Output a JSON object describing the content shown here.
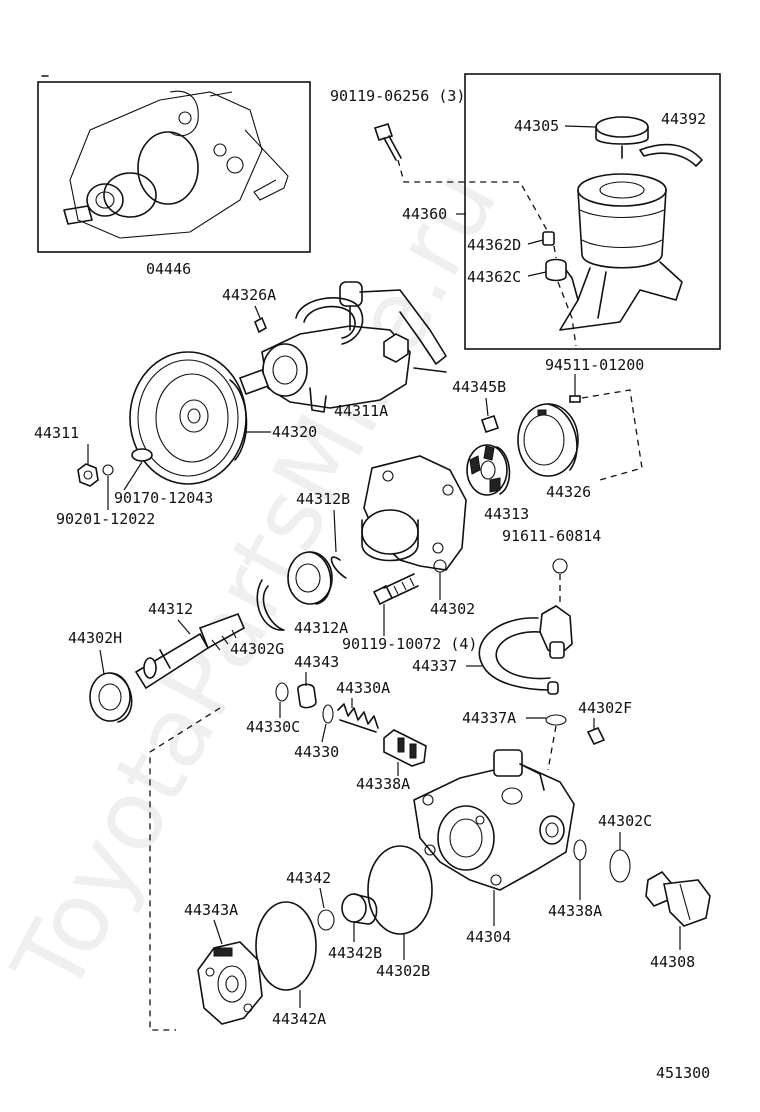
{
  "watermark": "ToyotaPartsMine.ru",
  "figure_number": "451300",
  "parts": [
    {
      "id": "p04446",
      "text": "04446"
    },
    {
      "id": "p90119a",
      "text": "90119-06256 (3)"
    },
    {
      "id": "p44305",
      "text": "44305"
    },
    {
      "id": "p44392",
      "text": "44392"
    },
    {
      "id": "p44360",
      "text": "44360"
    },
    {
      "id": "p44362D",
      "text": "44362D"
    },
    {
      "id": "p44362C",
      "text": "44362C"
    },
    {
      "id": "p44326A",
      "text": "44326A"
    },
    {
      "id": "p44311A",
      "text": "44311A"
    },
    {
      "id": "p44320",
      "text": "44320"
    },
    {
      "id": "p44311",
      "text": "44311"
    },
    {
      "id": "p90170",
      "text": "90170-12043"
    },
    {
      "id": "p90201",
      "text": "90201-12022"
    },
    {
      "id": "p94511",
      "text": "94511-01200"
    },
    {
      "id": "p44345B",
      "text": "44345B"
    },
    {
      "id": "p44326",
      "text": "44326"
    },
    {
      "id": "p44313",
      "text": "44313"
    },
    {
      "id": "p44312B",
      "text": "44312B"
    },
    {
      "id": "p91611",
      "text": "91611-60814"
    },
    {
      "id": "p44312",
      "text": "44312"
    },
    {
      "id": "p44302",
      "text": "44302"
    },
    {
      "id": "p44312A",
      "text": "44312A"
    },
    {
      "id": "p90119b",
      "text": "90119-10072 (4)"
    },
    {
      "id": "p44302G",
      "text": "44302G"
    },
    {
      "id": "p44302H",
      "text": "44302H"
    },
    {
      "id": "p44343",
      "text": "44343"
    },
    {
      "id": "p44337",
      "text": "44337"
    },
    {
      "id": "p44330A",
      "text": "44330A"
    },
    {
      "id": "p44330C",
      "text": "44330C"
    },
    {
      "id": "p44337A",
      "text": "44337A"
    },
    {
      "id": "p44302F",
      "text": "44302F"
    },
    {
      "id": "p44343A",
      "text": "44343A"
    },
    {
      "id": "p44330",
      "text": "44330"
    },
    {
      "id": "p44338A1",
      "text": "44338A"
    },
    {
      "id": "p44302C",
      "text": "44302C"
    },
    {
      "id": "p44342",
      "text": "44342"
    },
    {
      "id": "p44304",
      "text": "44304"
    },
    {
      "id": "p44338A2",
      "text": "44338A"
    },
    {
      "id": "p44342B",
      "text": "44342B"
    },
    {
      "id": "p44302B",
      "text": "44302B"
    },
    {
      "id": "p44308",
      "text": "44308"
    },
    {
      "id": "p44342A",
      "text": "44342A"
    }
  ]
}
